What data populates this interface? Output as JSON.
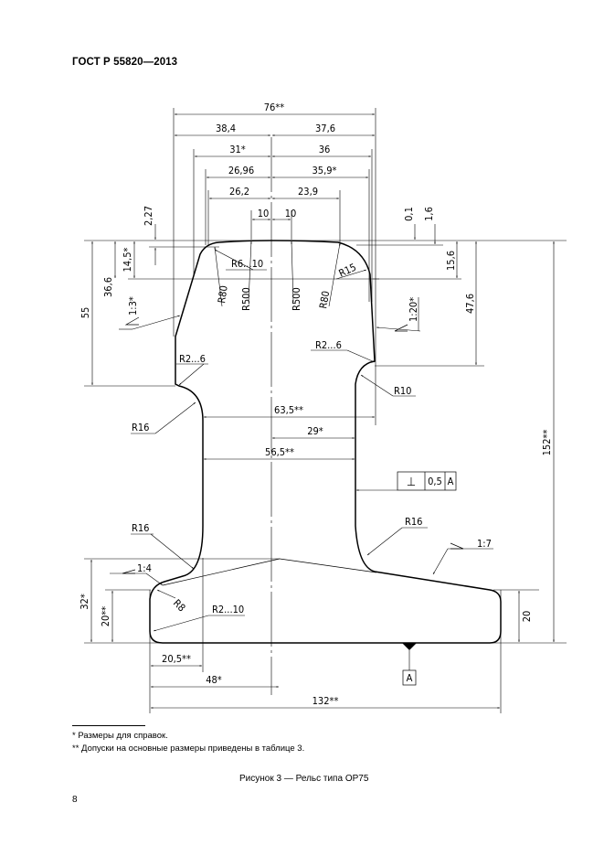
{
  "header": {
    "standard": "ГОСТ Р 55820—2013"
  },
  "drawing": {
    "width_dims": {
      "overall_head": "76**",
      "left_38": "38,4",
      "right_37": "37,6",
      "left_31": "31*",
      "right_36": "36",
      "left_2696": "26,96",
      "right_359": "35,9*",
      "left_262": "26,2",
      "right_239": "23,9",
      "left_10": "10",
      "right_10": "10"
    },
    "height_dims": {
      "d227": "2,27",
      "d145": "14,5*",
      "d366": "36,6",
      "d55": "55",
      "d01": "0,1",
      "d16": "1,6",
      "d156": "15,6",
      "d476": "47,6",
      "d152": "152**",
      "d32": "32*",
      "d20l": "20**",
      "d20r": "20"
    },
    "radii": {
      "r6_10": "R6...10",
      "r80_left": "R80",
      "r500_left": "R500",
      "r500_right": "R500",
      "r80_right": "R80",
      "r15": "R15",
      "r2_6_left": "R2...6",
      "r2_6_right": "R2...6",
      "r10": "R10",
      "r16_upper": "R16",
      "r16_lower_left": "R16",
      "r16_lower_right": "R16",
      "r8": "R8",
      "r2_10": "R2...10"
    },
    "slopes": {
      "s13": "1:3*",
      "s120": "1:20*",
      "s14": "1:4",
      "s17": "1:7"
    },
    "web_dims": {
      "d635": "63,5**",
      "d29": "29*",
      "d565": "56,5**"
    },
    "base_dims": {
      "d205": "20,5**",
      "d48": "48*",
      "d132": "132**"
    },
    "tolerance": {
      "symbol": "⊥",
      "value": "0,5",
      "datum": "A"
    },
    "datum_label": "A"
  },
  "footnotes": {
    "note1": "* Размеры для справок.",
    "note2": "** Допуски на основные размеры приведены в таблице 3."
  },
  "caption": "Рисунок 3 — Рельс типа ОР75",
  "page_number": "8"
}
